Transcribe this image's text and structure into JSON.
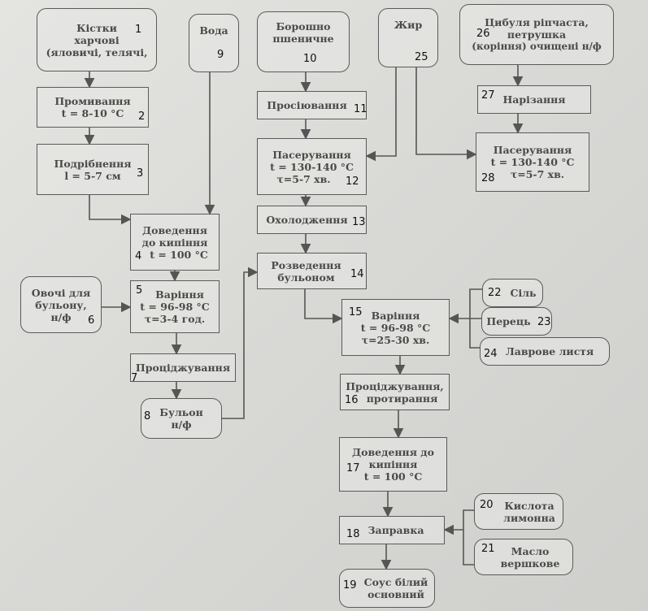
{
  "steps": {
    "s1": {
      "num": "1",
      "lines": [
        "Кістки",
        "харчові",
        "(яловичі, телячі,"
      ]
    },
    "s2": {
      "num": "2",
      "lines": [
        "Промивання",
        "t = 8-10 °C"
      ]
    },
    "s3": {
      "num": "3",
      "lines": [
        "Подрібнення",
        "l = 5-7 см"
      ]
    },
    "s4": {
      "num": "4",
      "lines": [
        "Доведення",
        "до кипіння",
        "t = 100 °C"
      ]
    },
    "s5": {
      "num": "5",
      "lines": [
        "Варіння",
        "t = 96-98 °C",
        "τ=3-4 год."
      ]
    },
    "s6": {
      "num": "6",
      "lines": [
        "Овочі для",
        "бульону,",
        "н/ф"
      ]
    },
    "s7": {
      "num": "7",
      "lines": [
        "Проціджування"
      ]
    },
    "s8": {
      "num": "8",
      "lines": [
        "Бульон",
        "н/ф"
      ]
    },
    "s9": {
      "num": "9",
      "lines": [
        "Вода"
      ]
    },
    "s10": {
      "num": "10",
      "lines": [
        "Борошно",
        "пшеничне"
      ]
    },
    "s11": {
      "num": "11",
      "lines": [
        "Просіювання"
      ]
    },
    "s12": {
      "num": "12",
      "lines": [
        "Пасерування",
        "t = 130-140 °C",
        "τ=5-7 хв."
      ]
    },
    "s13": {
      "num": "13",
      "lines": [
        "Охолодження"
      ]
    },
    "s14": {
      "num": "14",
      "lines": [
        "Розведення",
        "бульоном"
      ]
    },
    "s15": {
      "num": "15",
      "lines": [
        "Варіння",
        "t = 96-98 °C",
        "τ=25-30 хв."
      ]
    },
    "s16": {
      "num": "16",
      "lines": [
        "Проціджування,",
        "протирання"
      ]
    },
    "s17": {
      "num": "17",
      "lines": [
        "Доведення до",
        "кипіння",
        "t = 100 °C"
      ]
    },
    "s18": {
      "num": "18",
      "lines": [
        "Заправка"
      ]
    },
    "s19": {
      "num": "19",
      "lines": [
        "Соус білий",
        "основний"
      ]
    },
    "s20": {
      "num": "20",
      "lines": [
        "Кислота",
        "лимонна"
      ]
    },
    "s21": {
      "num": "21",
      "lines": [
        "Масло",
        "вершкове"
      ]
    },
    "s22": {
      "num": "22",
      "lines": [
        "Сіль"
      ]
    },
    "s23": {
      "num": "23",
      "lines": [
        "Перець"
      ]
    },
    "s24": {
      "num": "24",
      "lines": [
        "Лаврове листя"
      ]
    },
    "s25": {
      "num": "25",
      "lines": [
        "Жир"
      ]
    },
    "s26": {
      "num": "26",
      "lines": [
        "Цибуля ріпчаста,",
        "петрушка",
        "(коріння) очищені н/ф"
      ]
    },
    "s27": {
      "num": "27",
      "lines": [
        "Нарізання"
      ]
    },
    "s28": {
      "num": "28",
      "lines": [
        "Пасерування",
        "t = 130-140 °C",
        "τ=5-7 хв."
      ]
    }
  },
  "colors": {
    "line": "#555555",
    "text": "#4a4a4a",
    "number": "#111111"
  }
}
